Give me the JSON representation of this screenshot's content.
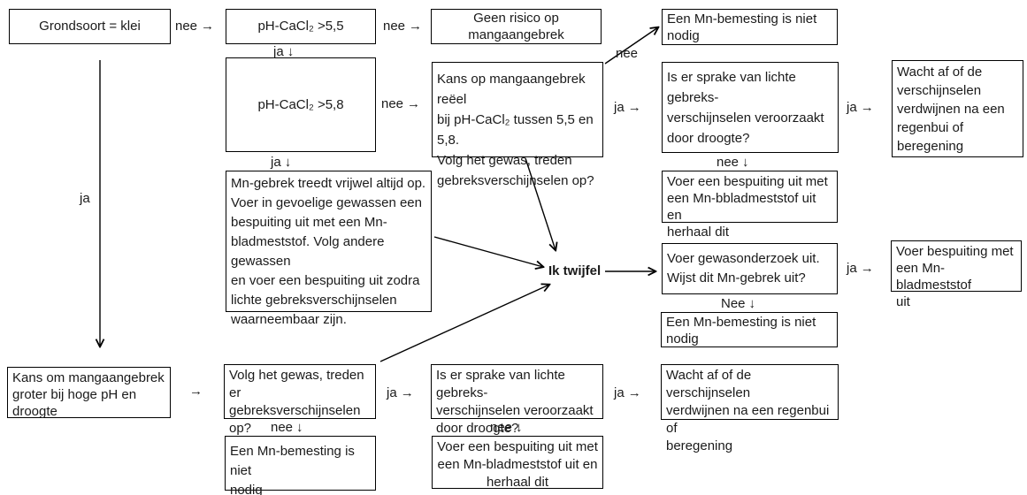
{
  "diagram": {
    "colors": {
      "line": "#000000",
      "background": "#ffffff",
      "text": "#1a1a1a"
    },
    "nodes": {
      "grondsoort": {
        "text": "Grondsoort = klei"
      },
      "ph55": {
        "text": "pH-CaCl₂ >5,5"
      },
      "geen_risico": {
        "text": "Geen risico op\nmangaangebrek"
      },
      "mn_niet_nodig_top": {
        "text": "Een Mn-bemesting is niet\nnodig"
      },
      "ph58": {
        "text": "pH-CaCl₂ >5,8"
      },
      "kans_reeel": {
        "text": "Kans op mangaangebrek reëel\nbij pH-CaCl₂ tussen 5,5 en 5,8.\nVolg het gewas, treden\ngebreksverschijnselen op?"
      },
      "sprake_droogte_top": {
        "text": "Is er sprake van lichte gebreks-\nverschijnselen veroorzaakt\ndoor droogte?"
      },
      "wacht_af_top": {
        "text": "Wacht af of de\nverschijnselen\nverdwijnen na een\nregenbui of\nberegening"
      },
      "mn_gebrek_treedt": {
        "text": "Mn-gebrek treedt vrijwel altijd op.\nVoer in gevoelige gewassen een\nbespuiting uit met een Mn-\nbladmeststof. Volg andere gewassen\nen voer een bespuiting uit zodra\nlichte gebreksverschijnselen\nwaarneembaar zijn."
      },
      "bespuiting_herhaal_mid": {
        "text": "Voer een bespuiting uit met\neen Mn-bbladmeststof uit en\nherhaal dit"
      },
      "ik_twijfel": {
        "text": "Ik twijfel"
      },
      "gewasonderzoek": {
        "text": "Voer gewasonderzoek uit.\nWijst dit Mn-gebrek uit?"
      },
      "bespuiting_rechts": {
        "text": "Voer bespuiting met\neen Mn-bladmeststof\nuit"
      },
      "mn_niet_nodig_mid": {
        "text": "Een Mn-bemesting is niet\nnodig"
      },
      "kans_om": {
        "text": "Kans om mangaangebrek\ngroter bij hoge pH en\ndroogte"
      },
      "volg_gewas": {
        "text": "Volg het gewas, treden er\ngebreksverschijnselen\nop?"
      },
      "sprake_droogte_bottom": {
        "text": "Is er sprake van lichte gebreks-\nverschijnselen veroorzaakt\ndoor droogte?"
      },
      "wacht_af_bottom": {
        "text": "Wacht af of de verschijnselen\nverdwijnen na een regenbui of\nberegening"
      },
      "mn_niet_nodig_bottom": {
        "text": "Een Mn-bemesting is niet\nnodig"
      },
      "bespuiting_herhaal_bottom": {
        "text": "Voer een bespuiting uit met\neen Mn-bladmeststof uit en\nherhaal dit"
      }
    },
    "labels": {
      "nee_1": {
        "word": "nee",
        "arrow": "→"
      },
      "nee_2": {
        "word": "nee",
        "arrow": "→"
      },
      "ja_1": {
        "word": "ja",
        "arrow": "↓"
      },
      "nee_3": {
        "word": "nee",
        "arrow": "→"
      },
      "ja_2": {
        "word": "ja",
        "arrow": "↓"
      },
      "nee_diag": {
        "word": "nee",
        "arrow": ""
      },
      "ja_3": {
        "word": "ja",
        "arrow": "→"
      },
      "ja_4": {
        "word": "ja",
        "arrow": "→"
      },
      "nee_4": {
        "word": "nee",
        "arrow": "↓"
      },
      "ja_5": {
        "word": "ja",
        "arrow": "→"
      },
      "nee_5": {
        "word": "Nee",
        "arrow": "↓"
      },
      "ja_line": {
        "word": "ja",
        "arrow": ""
      },
      "arrow_only": {
        "word": "",
        "arrow": "→"
      },
      "ja_6": {
        "word": "ja",
        "arrow": "→"
      },
      "ja_7": {
        "word": "ja",
        "arrow": "→"
      },
      "nee_6": {
        "word": "nee",
        "arrow": "↓"
      },
      "nee_7": {
        "word": "nee",
        "arrow": "↓"
      }
    }
  }
}
